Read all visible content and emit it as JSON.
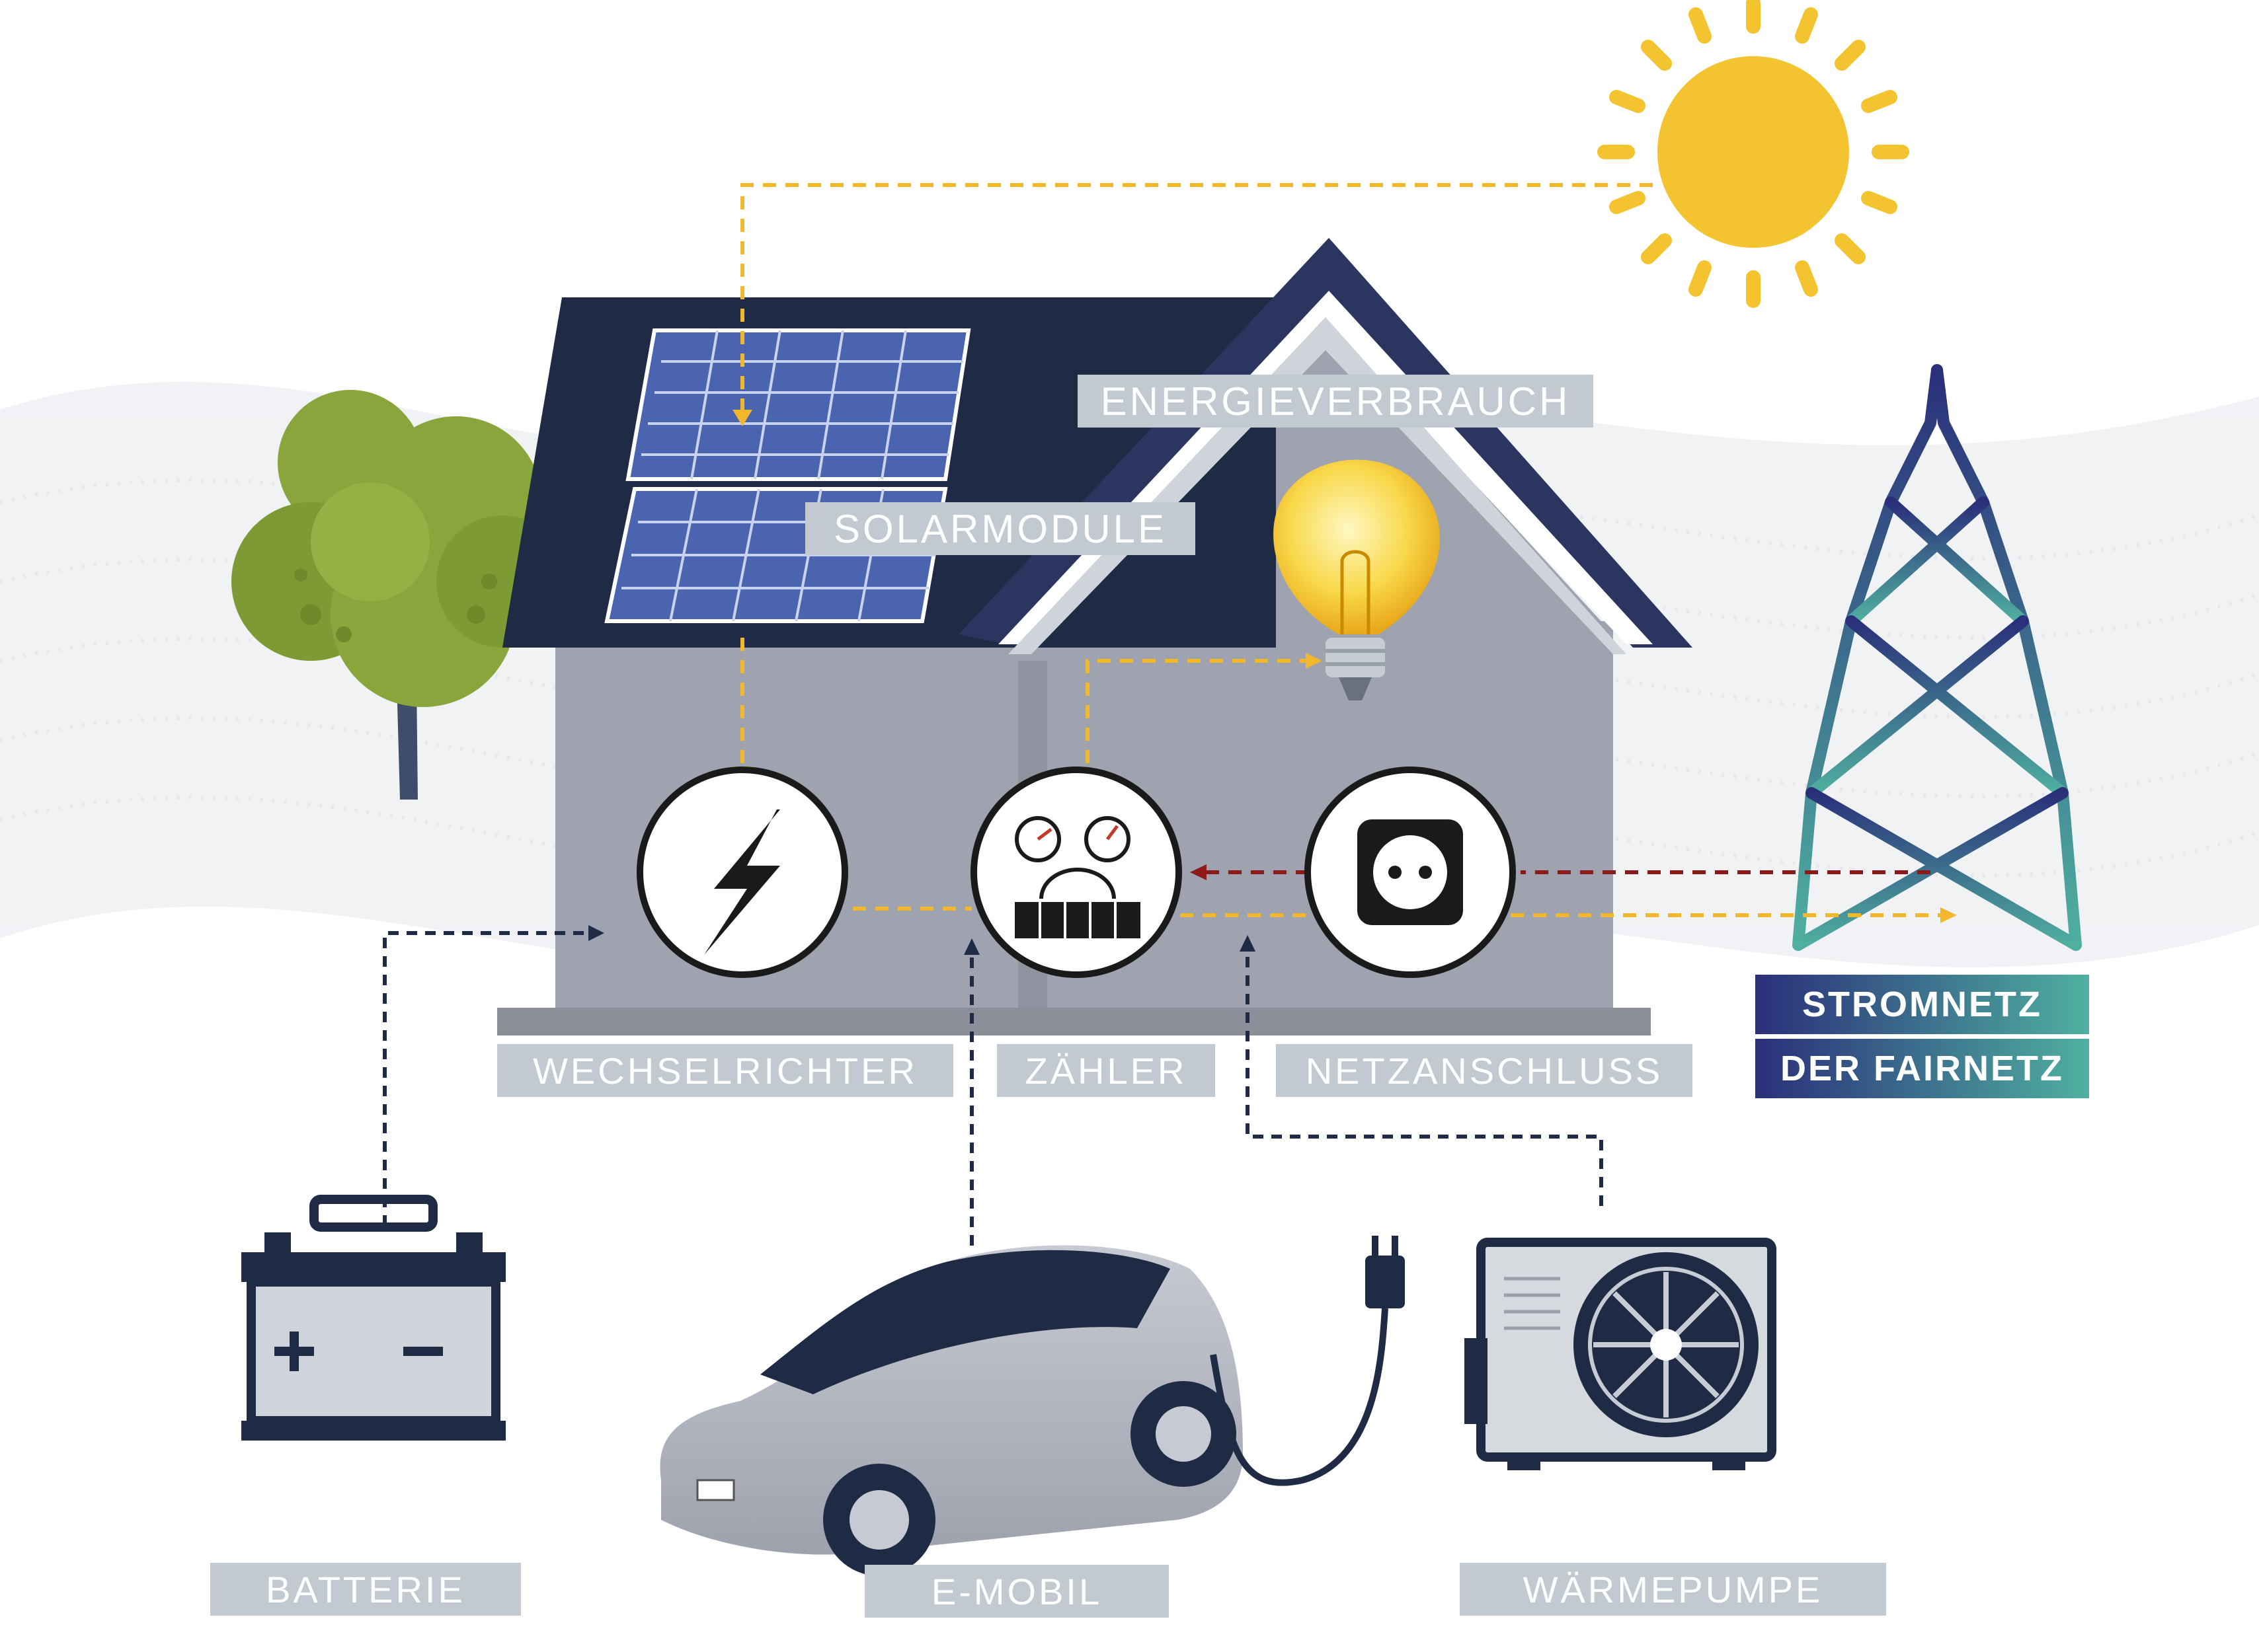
{
  "labels": {
    "energieverbrauch": "ENERGIEVERBRAUCH",
    "solarmodule": "SOLARMODULE",
    "wechselrichter": "WECHSELRICHTER",
    "zaehler": "ZÄHLER",
    "netzanschluss": "NETZANSCHLUSS",
    "batterie": "BATTERIE",
    "emobil": "E-MOBIL",
    "waermepumpe": "WÄRMEPUMPE"
  },
  "grid_badge": {
    "line1": "STROMNETZ",
    "line2": "DER FAIRNETZ"
  },
  "icons": [
    "sun-icon",
    "tree-icon",
    "solar-panel-icon",
    "light-bulb-icon",
    "lightning-icon",
    "meter-icon",
    "socket-icon",
    "power-pylon-icon",
    "battery-icon",
    "electric-car-icon",
    "plug-icon",
    "heat-pump-icon"
  ],
  "colors": {
    "roof": "#1f2a44",
    "house_wall": "#9ea3af",
    "panel": "#4a64b0",
    "solar_flow": "#f1b82d",
    "grid_import": "#8b1a1a",
    "device_flow": "#1f2a44",
    "label_bg": "#c3c9d1",
    "badge_gradient_start": "#2a2f7a",
    "badge_gradient_end": "#4fb0a0",
    "sun": "#f4c430",
    "tree": "#8aa53c"
  }
}
